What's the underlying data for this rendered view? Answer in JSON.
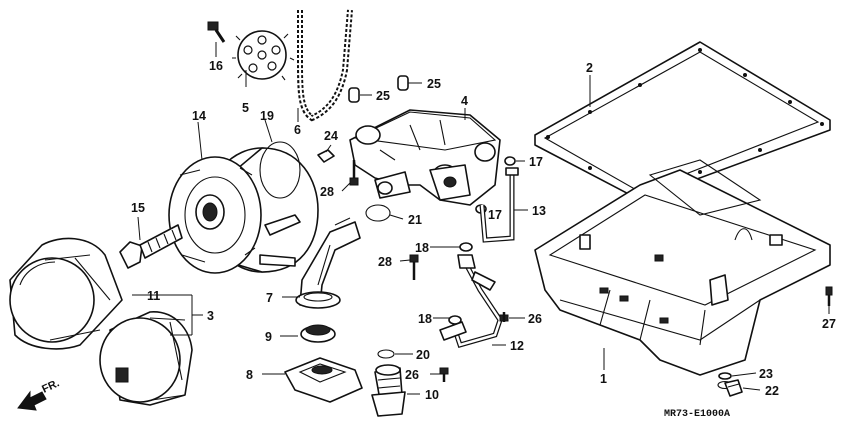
{
  "diagram_code": "MR73-E1000A",
  "front_marker": "FR.",
  "callouts": {
    "c1": "1",
    "c2": "2",
    "c3": "3",
    "c4": "4",
    "c5": "5",
    "c6": "6",
    "c7": "7",
    "c8": "8",
    "c9": "9",
    "c10": "10",
    "c11": "11",
    "c12": "12",
    "c13": "13",
    "c14": "14",
    "c15": "15",
    "c16": "16",
    "c17a": "17",
    "c17b": "17",
    "c18a": "18",
    "c18b": "18",
    "c19": "19",
    "c20": "20",
    "c21": "21",
    "c22": "22",
    "c23": "23",
    "c24": "24",
    "c25a": "25",
    "c25b": "25",
    "c26a": "26",
    "c26b": "26",
    "c27": "27",
    "c28a": "28",
    "c28b": "28"
  }
}
